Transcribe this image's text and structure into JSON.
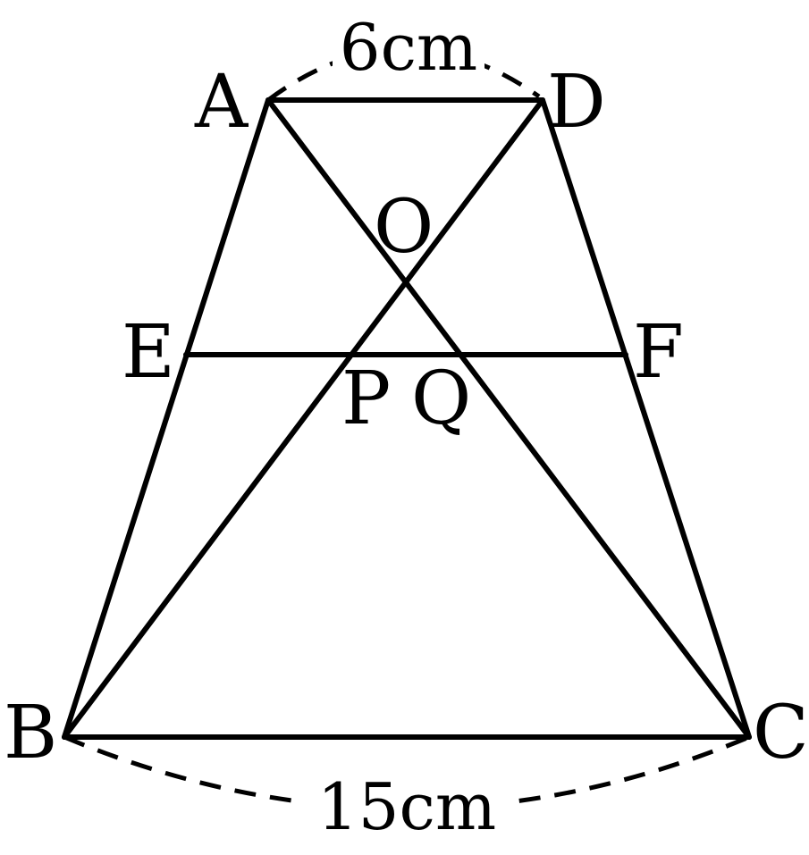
{
  "diagram": {
    "points": {
      "A": "A",
      "B": "B",
      "C": "C",
      "D": "D",
      "E": "E",
      "F": "F",
      "O": "O",
      "P": "P",
      "Q": "Q"
    },
    "top_length": "6cm",
    "bottom_length": "15cm",
    "line_color": "#000000"
  }
}
